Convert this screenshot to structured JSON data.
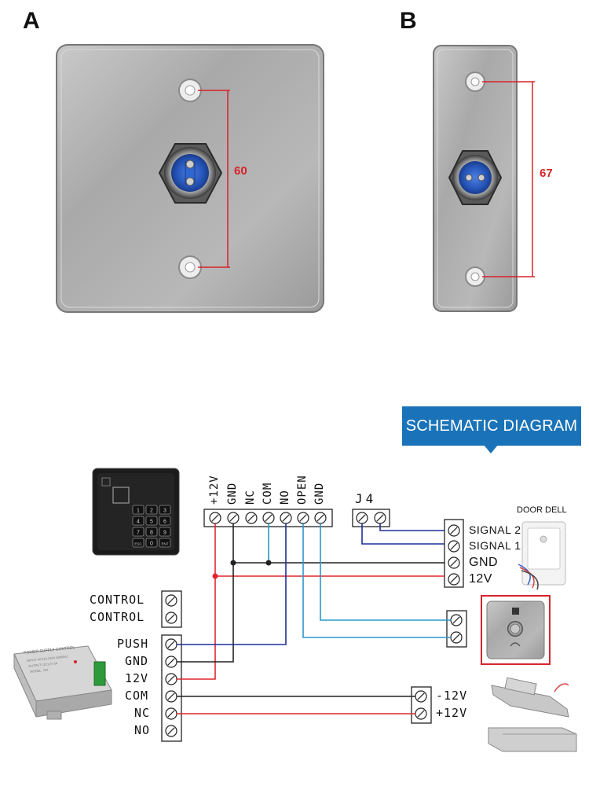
{
  "panel_labels": {
    "a": "A",
    "b": "B"
  },
  "dimensions": {
    "a": "60",
    "b": "67"
  },
  "banner": "SCHEMATIC DIAGRAM",
  "top_terminals": [
    "+12V",
    "GND",
    "NC",
    "COM",
    "NO",
    "OPEN",
    "GND"
  ],
  "j4": "J4",
  "doorbell": {
    "title": "DOOR DELL",
    "terminals": [
      "SIGNAL 2",
      "SIGNAL 1",
      "GND",
      "12V"
    ]
  },
  "control_terminals": [
    "CONTROL",
    "CONTROL"
  ],
  "power_terminals": [
    "PUSH",
    "GND",
    "12V",
    "COM",
    "NC",
    "NO"
  ],
  "lock_terminals": [
    "-12V",
    "+12V"
  ],
  "psu_text": {
    "title": "POWER SUPPLY CONTROL",
    "line1": "INPUT: AC110-240V 50/60HZ",
    "line2": "OUTPUT: DC12V 3A",
    "line3": "MODEL: YW"
  },
  "keypad_keys": [
    "1",
    "2",
    "3",
    "4",
    "5",
    "6",
    "7",
    "8",
    "9",
    "ESC",
    "0",
    "ENT"
  ],
  "colors": {
    "red": "#e1262d",
    "blue": "#1f2f9a",
    "cyan": "#2a97c9",
    "black": "#222222",
    "banner": "#1a73b8"
  }
}
